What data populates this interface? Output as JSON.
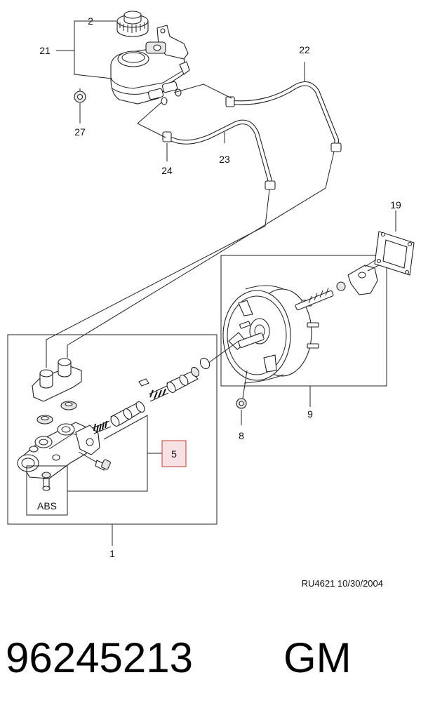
{
  "callouts": {
    "c2": "2",
    "c21": "21",
    "c22": "22",
    "c27": "27",
    "c23": "23",
    "c24": "24",
    "c19": "19",
    "c9": "9",
    "c8": "8",
    "c5": "5",
    "c1": "1",
    "abs": "ABS"
  },
  "reference": "RU4621  10/30/2004",
  "part_number": "96245213",
  "brand": "GM",
  "colors": {
    "highlight_fill": "#f8e1e4",
    "highlight_stroke": "#c0392b",
    "line": "#222222"
  }
}
